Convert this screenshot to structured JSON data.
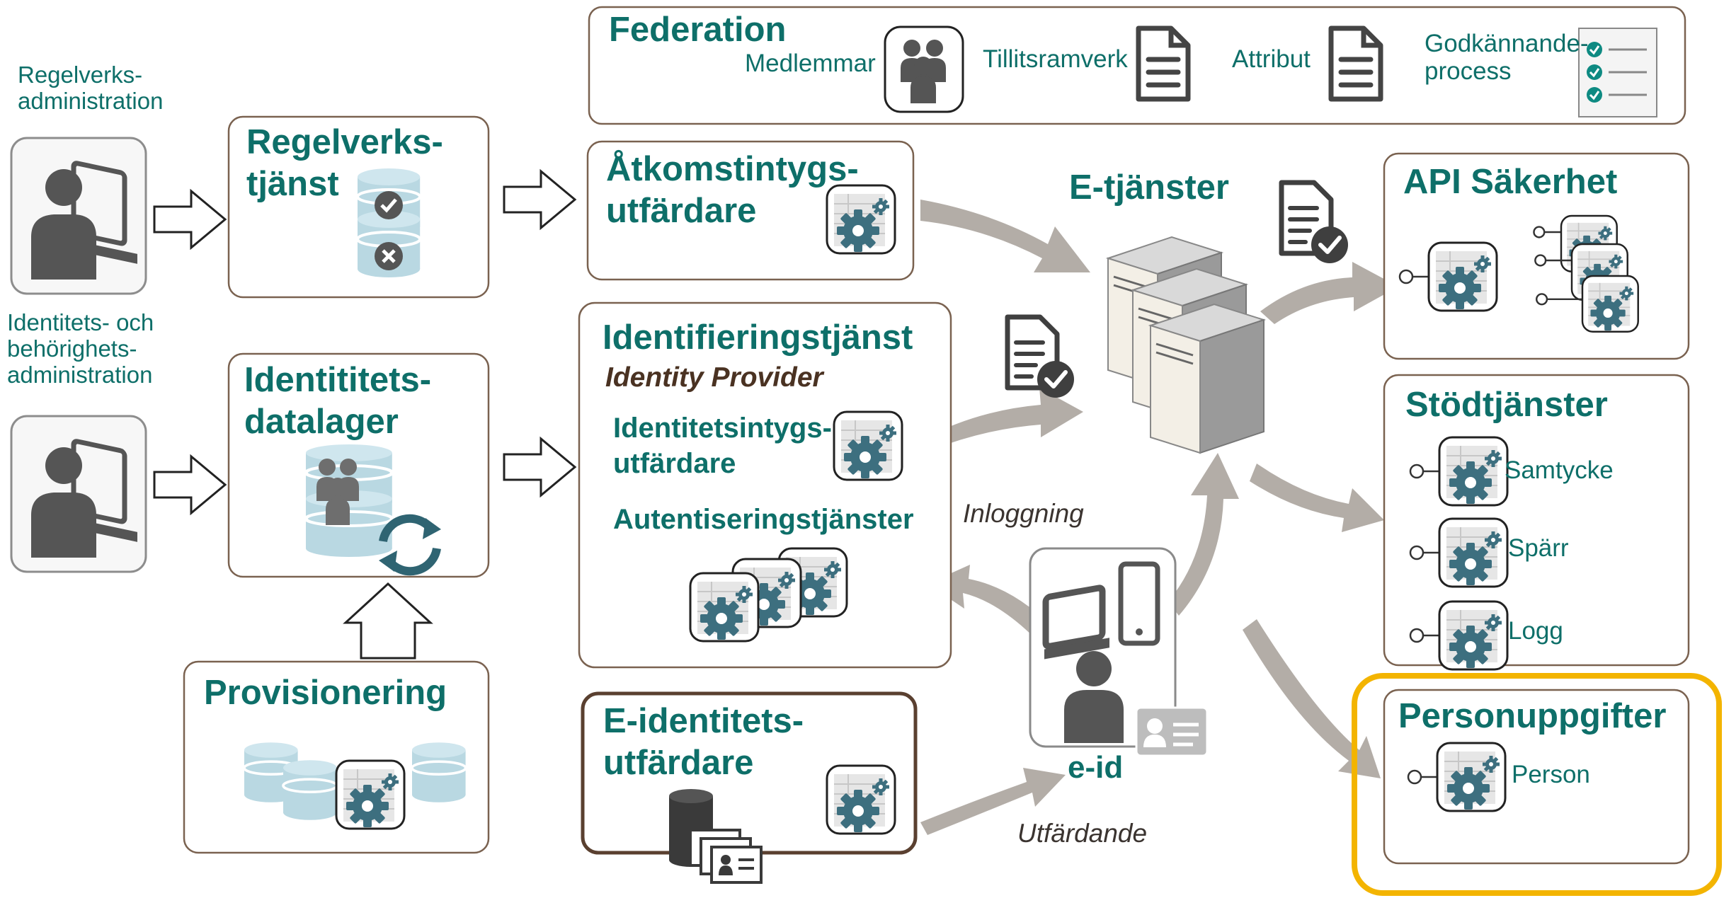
{
  "colors": {
    "accent_teal": "#0e6f69",
    "box_border": "#7a6250",
    "highlight": "#f3b400",
    "arrow_gray": "#b3ada7",
    "icon_gray": "#4d4d4d",
    "gear": "#3d6f7f",
    "cylinder": "#b9d8e2"
  },
  "federation": {
    "title": "Federation",
    "items": [
      "Medlemmar",
      "Tillitsramverk",
      "Attribut",
      "Godkännande-\nprocess"
    ]
  },
  "left": {
    "rule_admin_label": "Regelverks-\nadministration",
    "identity_admin_label": "Identitets- och\nbehörighets-\nadministration"
  },
  "boxes": {
    "regelverkstjanst": "Regelverks-\ntjänst",
    "identitetsdatalager": "Identititets-\ndatalager",
    "provisionering": "Provisionering",
    "atkomstintyg": "Åtkomstintygs-\nutfärdare",
    "identifieringstjanst": "Identifieringstjänst",
    "identity_provider": "Identity Provider",
    "identitetsintyg": "Identitetsintygs-\nutfärdare",
    "autentisering": "Autentiseringstjänster",
    "eidentitet": "E-identitets-\nutfärdare"
  },
  "center": {
    "etjanster": "E-tjänster",
    "inloggning": "Inloggning",
    "utfardande": "Utfärdande",
    "eid": "e-id"
  },
  "right": {
    "api_title": "API Säkerhet",
    "stod_title": "Stödtjänster",
    "stod_items": [
      "Samtycke",
      "Spärr",
      "Logg"
    ],
    "person_title": "Personuppgifter",
    "person_item": "Person"
  }
}
